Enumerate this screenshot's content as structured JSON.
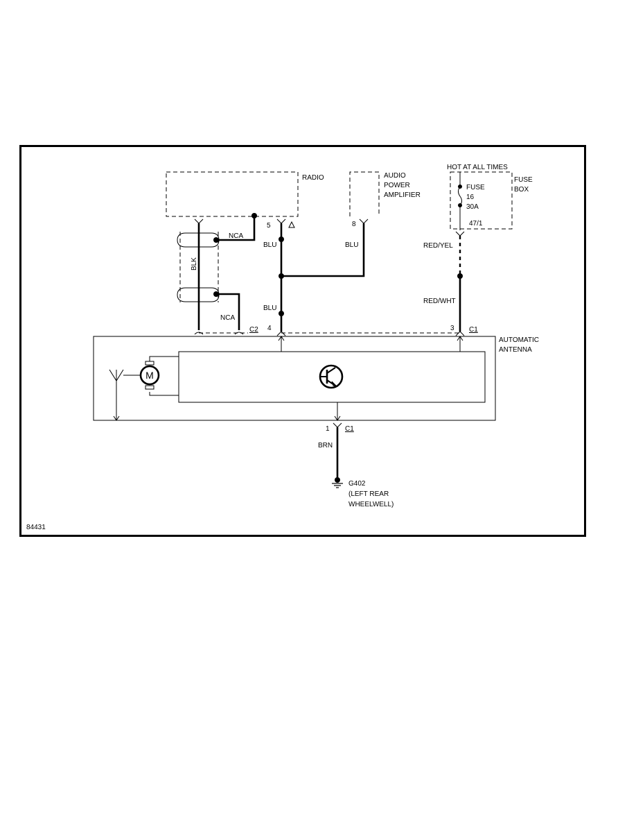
{
  "diagram_id": "84431",
  "radio": {
    "label": "RADIO",
    "pin_5": "5"
  },
  "amplifier": {
    "line1": "AUDIO",
    "line2": "POWER",
    "line3": "AMPLIFIER",
    "pin": "8"
  },
  "fuse_box": {
    "hot_label": "HOT AT ALL TIMES",
    "box_line1": "FUSE",
    "box_line2": "BOX",
    "fuse_label": "FUSE",
    "fuse_number": "16",
    "fuse_rating": "30A",
    "terminal": "47/1"
  },
  "wires": {
    "blk": "BLK",
    "nca_top": "NCA",
    "nca_bottom": "NCA",
    "blu_radio": "BLU",
    "blu_amp": "BLU",
    "blu_lower": "BLU",
    "red_yel": "RED/YEL",
    "red_wht": "RED/WHT",
    "brn": "BRN"
  },
  "connectors": {
    "c2": "C2",
    "pin_4": "4",
    "pin_3": "3",
    "c1_top": "C1",
    "pin_1": "1",
    "c1_bottom": "C1"
  },
  "antenna": {
    "line1": "AUTOMATIC",
    "line2": "ANTENNA",
    "motor_letter": "M"
  },
  "ground": {
    "id": "G402",
    "line1": "(LEFT REAR",
    "line2": "WHEELWELL)"
  }
}
